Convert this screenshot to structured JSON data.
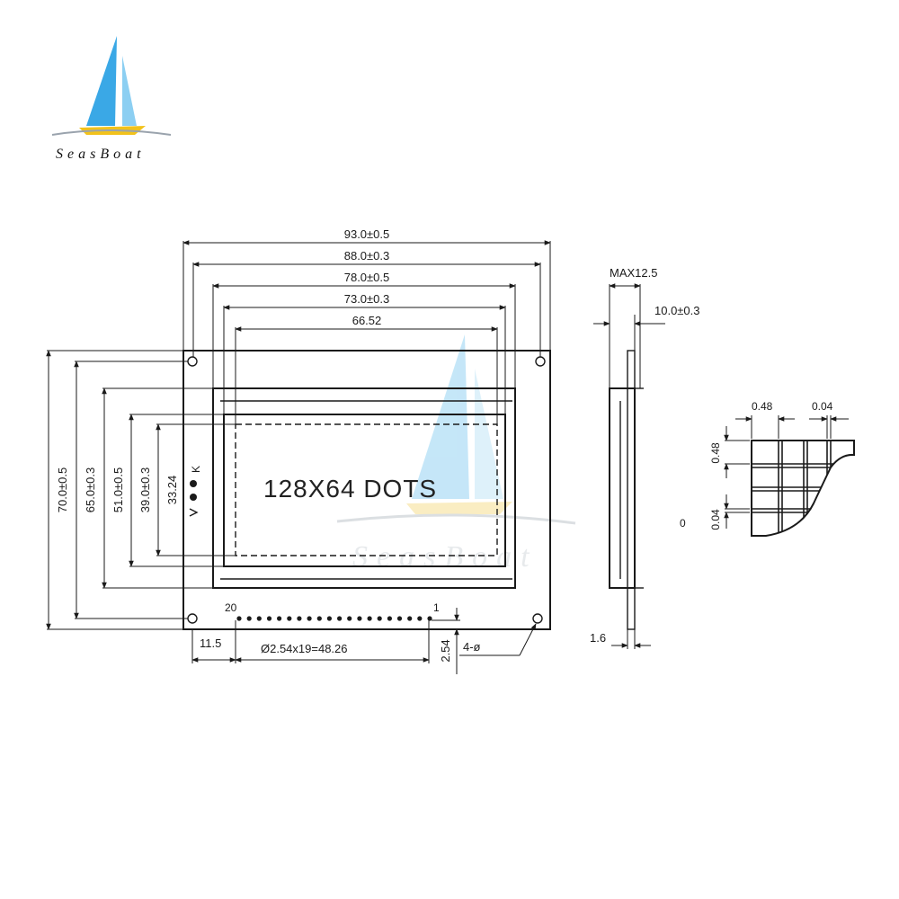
{
  "brand": {
    "name": "SeasBoat",
    "colors": {
      "sail": "#3aa8e6",
      "hull": "#f2c21b",
      "watermark": "#9aa3ad"
    }
  },
  "front_view": {
    "center_text": "128X64 DOTS",
    "pin_left_label": "20",
    "pin_right_label": "1",
    "widths": [
      "93.0±0.5",
      "88.0±0.3",
      "78.0±0.5",
      "73.0±0.3",
      "66.52"
    ],
    "heights": [
      "70.0±0.5",
      "65.0±0.3",
      "51.0±0.5",
      "39.0±0.3",
      "33.24"
    ],
    "bottom": {
      "offset": "11.5",
      "pitch": "Ø2.54x19=48.26",
      "pin_spacing": "2.54",
      "holes": "4-ø"
    }
  },
  "side_view": {
    "max_label": "MAX12.5",
    "thickness": "10.0±0.3",
    "pcb": "1.6"
  },
  "dot_detail": {
    "dot_size_top": "0.48",
    "gap_top": "0.04",
    "dot_size_side": "0.48",
    "gap_side": "0.04",
    "origin": "0"
  }
}
